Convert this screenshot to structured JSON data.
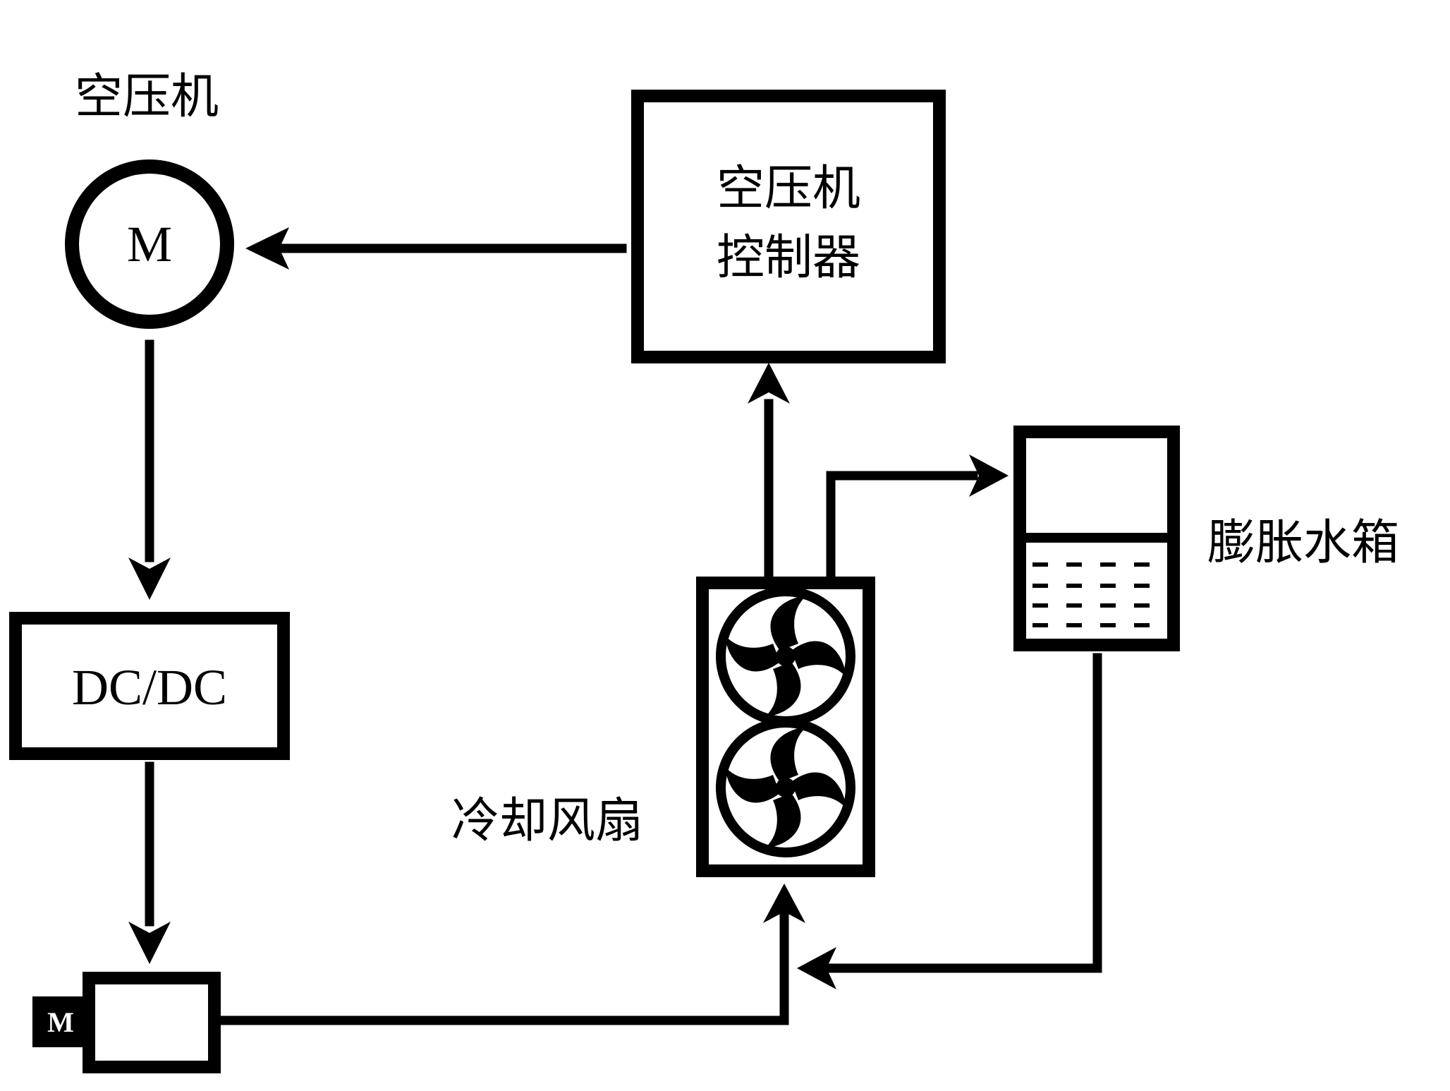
{
  "labels": {
    "compressor": "空压机",
    "compressor_motor": "M",
    "controller_line1": "空压机",
    "controller_line2": "控制器",
    "dcdc": "DC/DC",
    "expansion_tank": "膨胀水箱",
    "cooling_fan": "冷却风扇",
    "pump_motor": "M"
  },
  "colors": {
    "stroke": "#000000",
    "background": "#ffffff"
  }
}
